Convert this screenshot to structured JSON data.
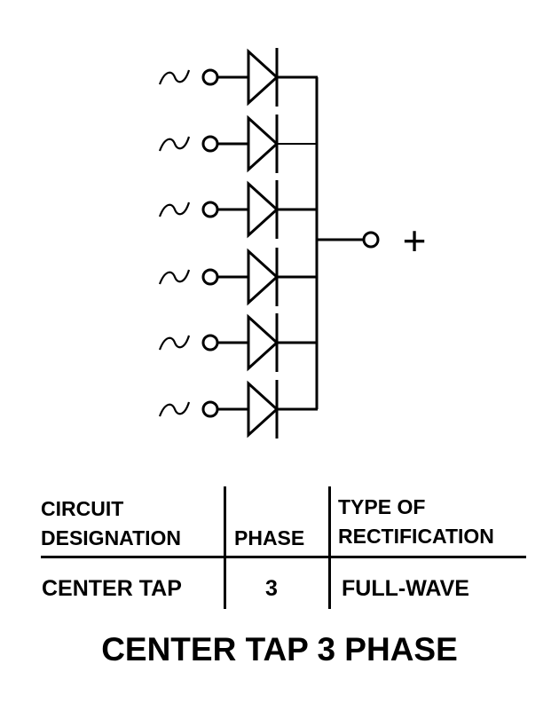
{
  "diagram": {
    "ac_symbol": "~",
    "output_symbol": "+",
    "input_count": 6,
    "line_color": "#000000"
  },
  "table": {
    "columns": [
      {
        "line1": "CIRCUIT",
        "line2": "DESIGNATION"
      },
      {
        "line1": "",
        "line2": "PHASE"
      },
      {
        "line1": "TYPE OF",
        "line2": "RECTIFICATION"
      }
    ],
    "row": [
      "CENTER TAP",
      "3",
      "FULL-WAVE"
    ]
  },
  "caption": "CENTER TAP 3 PHASE"
}
